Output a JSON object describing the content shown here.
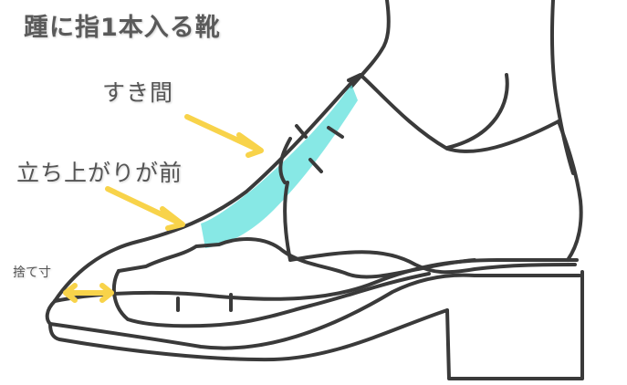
{
  "title": "踵に指1本入る靴",
  "labels": {
    "gap": "すき間",
    "rise_forward": "立ち上がりが前",
    "toe_allowance": "捨て寸"
  },
  "colors": {
    "outline": "#3a3a3a",
    "arrow": "#f8d34a",
    "highlight": "#5fe0dc",
    "text": "#555555"
  }
}
